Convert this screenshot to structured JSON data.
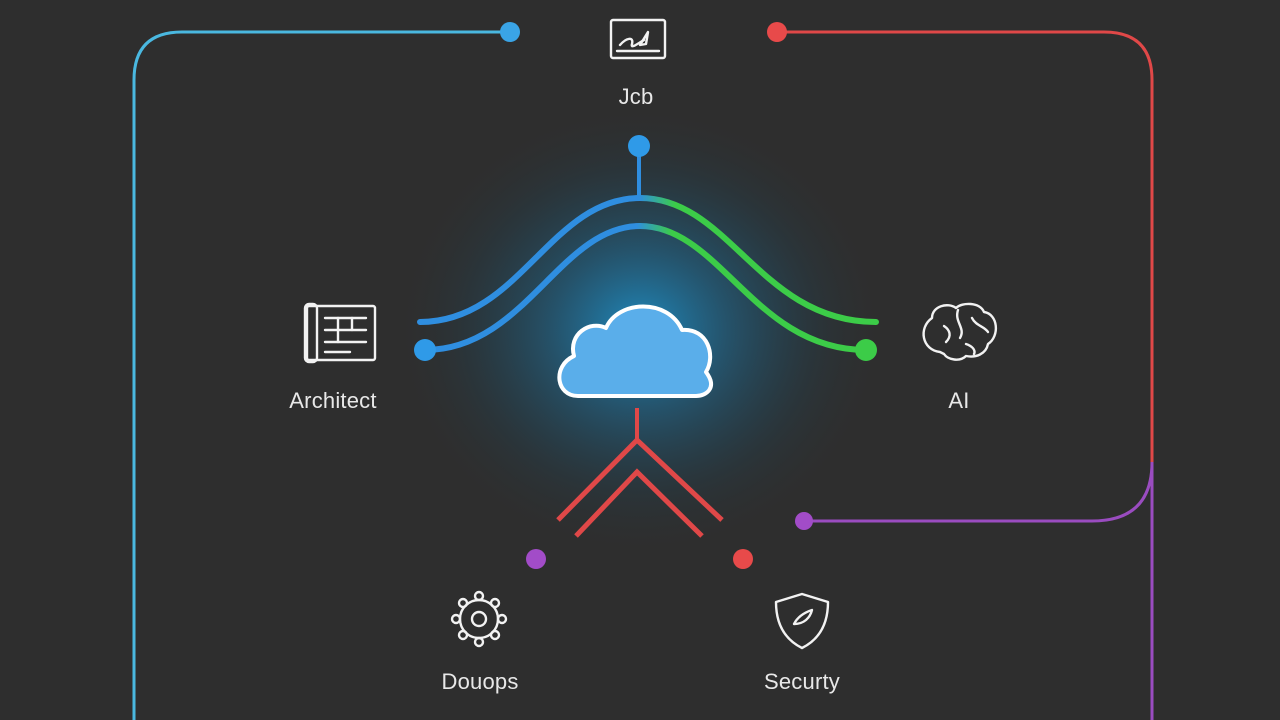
{
  "nodes": {
    "top": {
      "label": "Jcb",
      "icon": "signature-icon"
    },
    "left": {
      "label": "Architect",
      "icon": "blueprint-icon"
    },
    "right": {
      "label": "AI",
      "icon": "brain-icon"
    },
    "bottom_left": {
      "label": "Douops",
      "icon": "gear-icon"
    },
    "bottom_right": {
      "label": "Securty",
      "icon": "shield-icon"
    },
    "center": {
      "icon": "cloud-icon"
    }
  },
  "colors": {
    "background": "#2e2e2e",
    "blue": "#3aa0e8",
    "cyan": "#4ab8e0",
    "green": "#3ccc48",
    "red": "#e04848",
    "purple": "#9a4cc0",
    "cloud_fill": "#5aaeea",
    "glow": "#1e9ad6",
    "text": "#e8e8e8"
  }
}
